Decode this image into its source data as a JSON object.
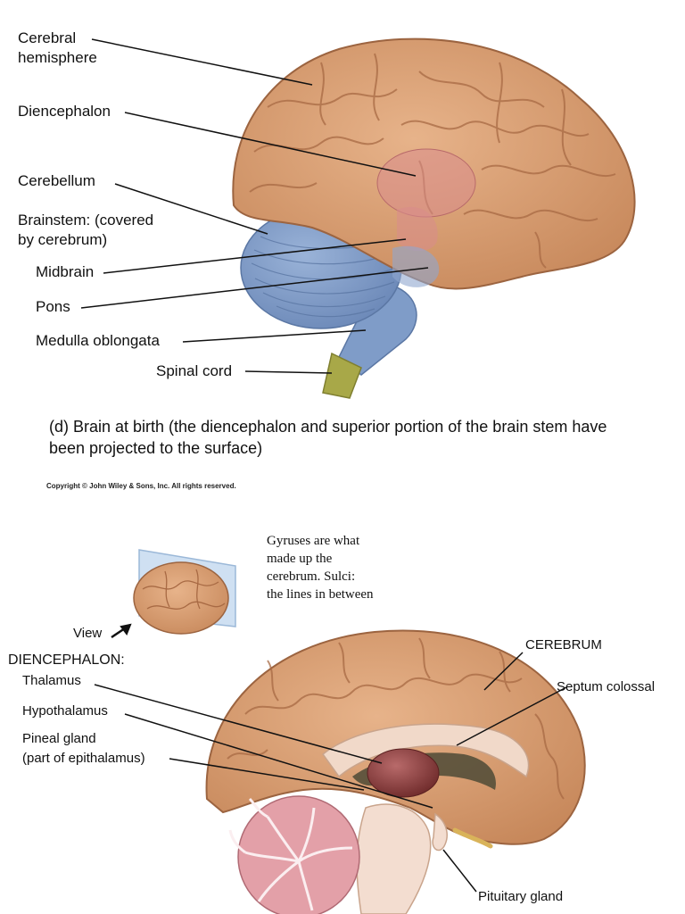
{
  "top_figure": {
    "labels": {
      "cerebral_hemisphere": "Cerebral\nhemisphere",
      "diencephalon": "Diencephalon",
      "cerebellum": "Cerebellum",
      "brainstem": "Brainstem: (covered\nby cerebrum)",
      "midbrain": "Midbrain",
      "pons": "Pons",
      "medulla": "Medulla oblongata",
      "spinal_cord": "Spinal cord"
    },
    "caption": "(d) Brain at birth (the diencephalon and superior portion of the brain stem have been projected to the surface)",
    "copyright": "Copyright © John Wiley & Sons, Inc. All rights reserved."
  },
  "bottom_figure": {
    "note": "Gyruses are what\nmade up the\ncerebrum. Sulci:\nthe lines in between",
    "labels": {
      "view": "View",
      "diencephalon_heading": "DIENCEPHALON:",
      "thalamus": "Thalamus",
      "hypothalamus": "Hypothalamus",
      "pineal": "Pineal gland\n(part of epithalamus)",
      "cerebrum": "CEREBRUM",
      "septum": "Septum colossal",
      "pituitary": "Pituitary gland"
    }
  },
  "colors": {
    "cerebrum": "#d89a6e",
    "cerebrum_dark": "#b8764a",
    "cerebellum": "#7f9cc8",
    "diencephalon_overlay": "#d98c8c",
    "spinal_cord": "#a8a848",
    "thalamus": "#8c3a3a",
    "cerebellum_section": "#e3a0a8"
  }
}
